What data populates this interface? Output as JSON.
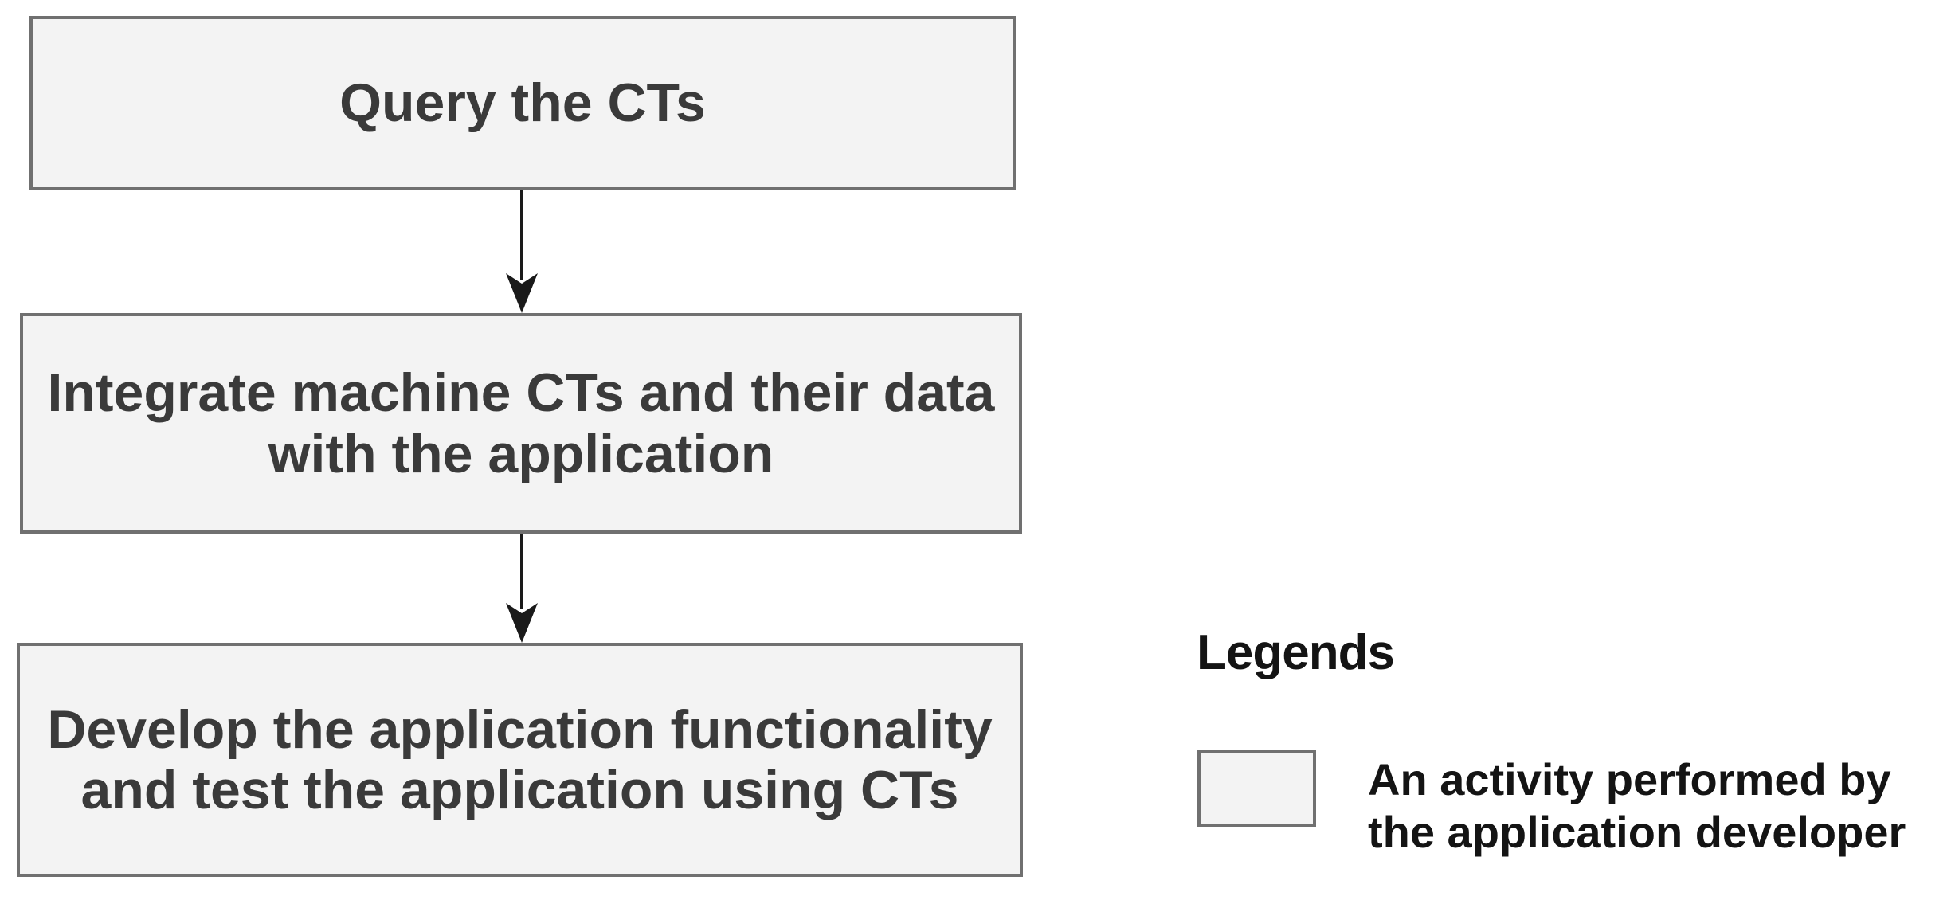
{
  "diagram": {
    "steps": [
      {
        "label": "Query the CTs"
      },
      {
        "label": "Integrate machine CTs and their data\nwith the application"
      },
      {
        "label": "Develop the application functionality\nand test the application using CTs"
      }
    ],
    "connectors": [
      {
        "from": 0,
        "to": 1,
        "type": "arrow-down"
      },
      {
        "from": 1,
        "to": 2,
        "type": "arrow-down"
      }
    ]
  },
  "legend": {
    "title": "Legends",
    "items": [
      {
        "swatch": "activity-box",
        "label": "An activity performed by\nthe application developer"
      }
    ]
  },
  "colors": {
    "background": "#ffffff",
    "box_fill": "#f3f3f3",
    "box_border": "#707070",
    "box_text": "#3a3a3a",
    "legend_text": "#141414",
    "arrow": "#1a1a1a"
  }
}
